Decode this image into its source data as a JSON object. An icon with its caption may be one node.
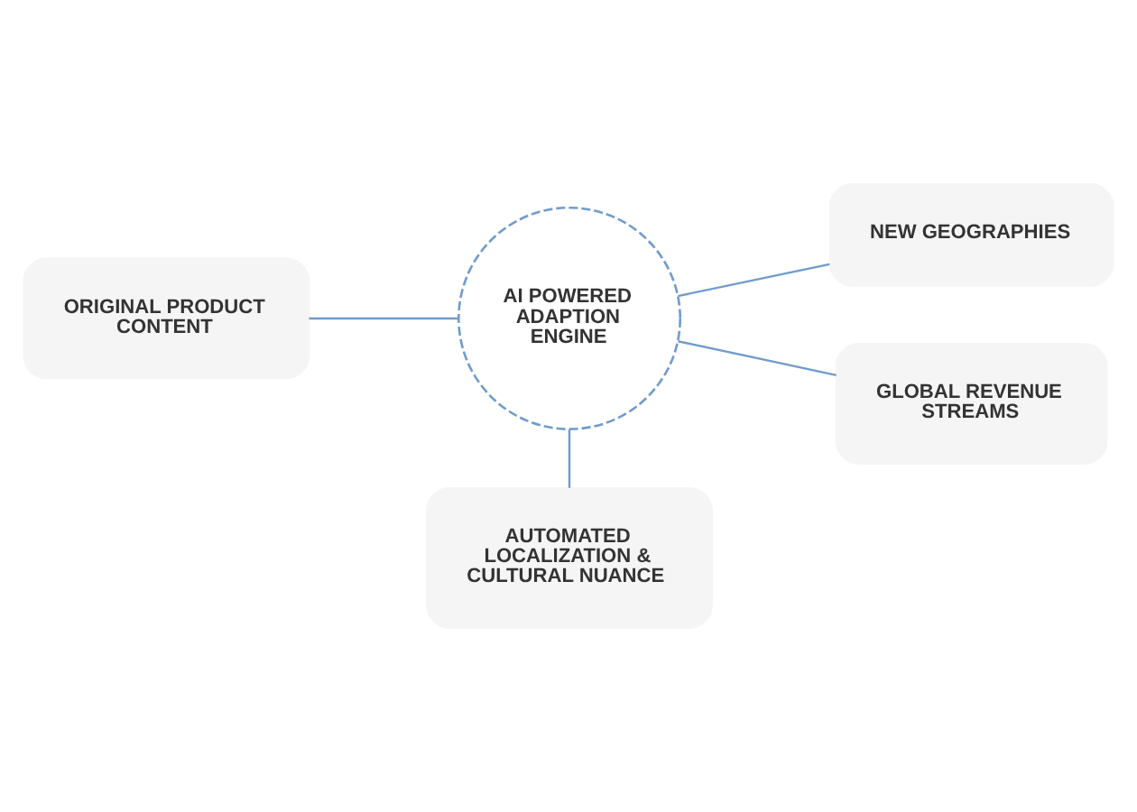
{
  "diagram": {
    "nodes": [
      {
        "text": [
          "AI POWERED ADAPTION ENGINE"
        ]
      },
      {
        "text": [
          "NEW GEOGRAPHIES"
        ]
      },
      {
        "text": [
          "ORIGINAL PRODUCT CONTENT"
        ]
      },
      {
        "text": [
          "GLOBAL REVENUE STREAMS"
        ]
      },
      {
        "text": [
          "AUTOMATED LOCALIZATION & CULTURAL NUANCE"
        ]
      }
    ],
    "edges": [
      {
        "from": 2,
        "to": 0,
        "arrow": "none"
      },
      {
        "from": 0,
        "to": 1,
        "arrow": "none"
      },
      {
        "from": 0,
        "to": 3,
        "arrow": "none"
      },
      {
        "from": 0,
        "to": 4,
        "arrow": "none"
      }
    ]
  }
}
